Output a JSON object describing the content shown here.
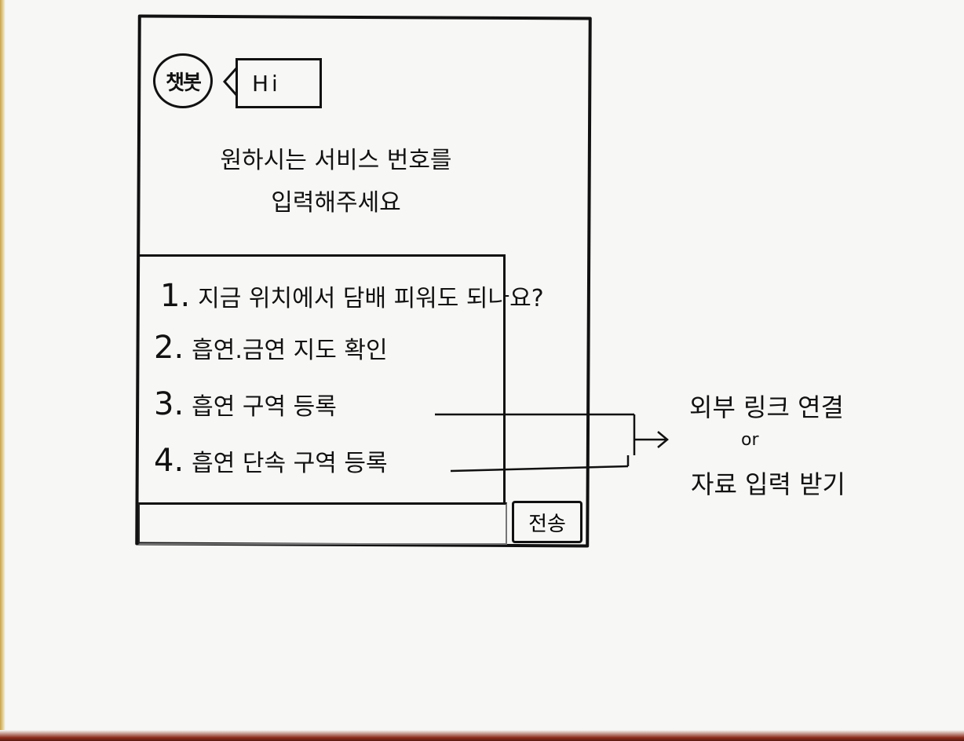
{
  "chatbot": {
    "avatar_label": "챗봇",
    "greeting": "Hi",
    "prompt_line1": "원하시는 서비스 번호를",
    "prompt_line2": "입력해주세요"
  },
  "menu": {
    "items": [
      {
        "num": "1.",
        "label": "지금 위치에서 담배 피워도 되나요?"
      },
      {
        "num": "2.",
        "label": "흡연.금연 지도 확인"
      },
      {
        "num": "3.",
        "label": "흡연 구역 등록"
      },
      {
        "num": "4.",
        "label": "흡연 단속 구역 등록"
      }
    ]
  },
  "input": {
    "send_label": "전송",
    "value": ""
  },
  "annotation": {
    "line1": "외부 링크 연결",
    "line2": "or",
    "line3": "자료 입력 받기"
  }
}
